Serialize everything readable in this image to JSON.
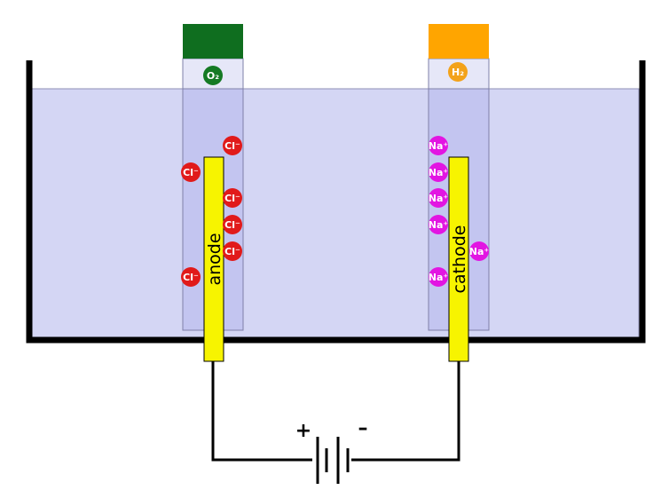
{
  "colors": {
    "solution": "#d4d6f4",
    "tube": "#c3c5f0",
    "tube_stroke": "#7f80a8",
    "anode_cap": "#0f6e1f",
    "cathode_cap": "#ffa500",
    "electrode": "#f7f400",
    "chloride": "#e11a1a",
    "sodium": "#e215e2",
    "oxygen": "#157a24",
    "hydrogen": "#f3a21a"
  },
  "anode_tube": {
    "gas_label": "O₂"
  },
  "cathode_tube": {
    "gas_label": "H₂"
  },
  "anode": {
    "label": "anode"
  },
  "cathode": {
    "label": "cathode"
  },
  "ions": {
    "chloride_label": "Cl⁻",
    "sodium_label": "Na⁺",
    "chloride_count": 6,
    "sodium_count": 6
  },
  "battery": {
    "positive_label": "+",
    "negative_label": "–"
  }
}
